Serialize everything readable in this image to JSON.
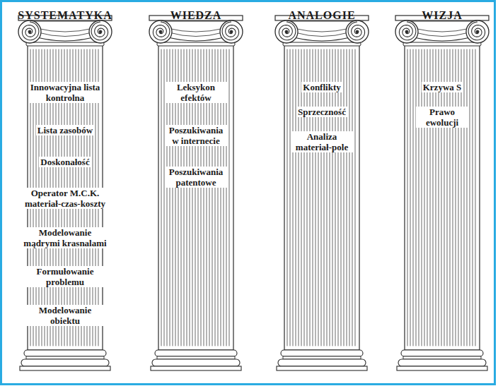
{
  "diagram": {
    "nodes": [
      {
        "text": [
          "SYSTEMATYKA",
          "Innowacyjna lista kontrolna",
          "Lista zasobów",
          "Doskonałość",
          "Operator M.C.K. materiał-czas-koszty",
          "Modelowanie mądrymi krasnalami",
          "Formułowanie problemu",
          "Modelowanie obiektu"
        ]
      },
      {
        "text": [
          "WIEDZA",
          "Leksykon efektów",
          "Poszukiwania w internecie",
          "Poszukiwania patentowe"
        ]
      },
      {
        "text": [
          "ANALOGIE",
          "Konflikty",
          "Sprzeczność",
          "Analiza materiał-pole"
        ]
      },
      {
        "text": [
          "WIZJA",
          "Krzywa S",
          "Prawo ewolucji"
        ]
      }
    ]
  }
}
